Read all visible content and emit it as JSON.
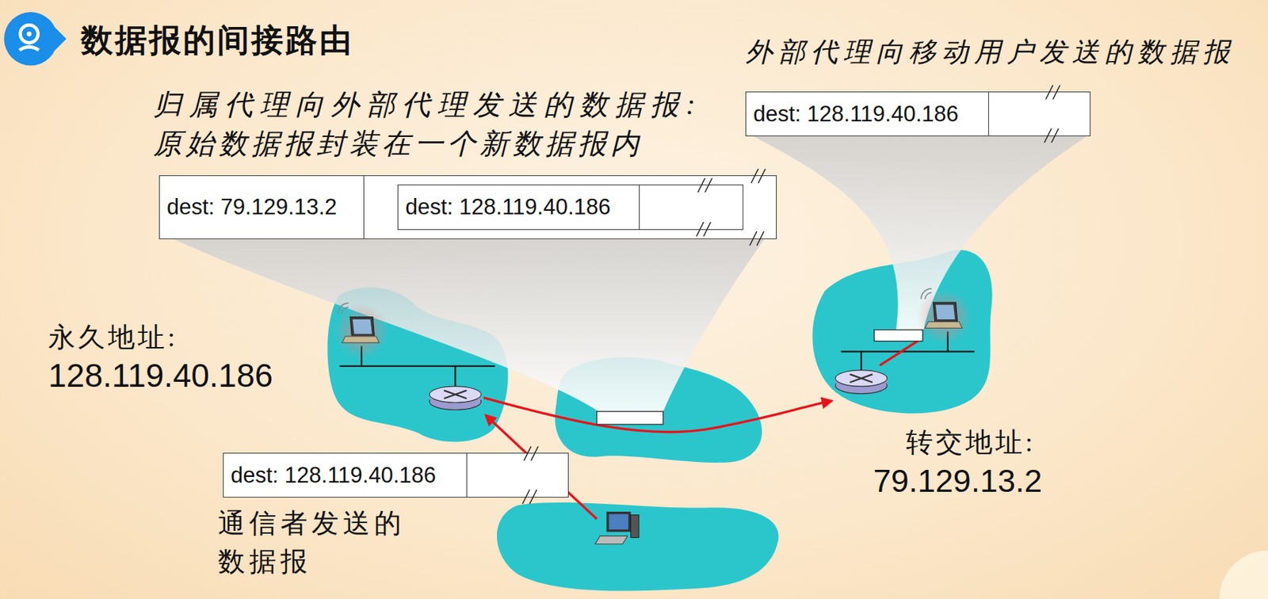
{
  "diagram": {
    "title": "数据报的间接路由",
    "nodes": [
      {
        "text": [
          "dest: 128.119.40.186"
        ]
      },
      {
        "text": [
          "dest: 79.129.13.2"
        ]
      },
      {
        "text": [
          "dest: 128.119.40.186"
        ],
        "in": 1
      },
      {
        "text": [
          "dest: 128.119.40.186"
        ]
      }
    ],
    "labels": [
      "外部代理向移动用户发送的数据报",
      "归属代理向外部代理发送的数据报:",
      "原始数据报封装在一个新数据报内",
      "永久地址:",
      "128.119.40.186",
      "转交地址:",
      "79.129.13.2",
      "通信者发送的 数据报"
    ]
  }
}
